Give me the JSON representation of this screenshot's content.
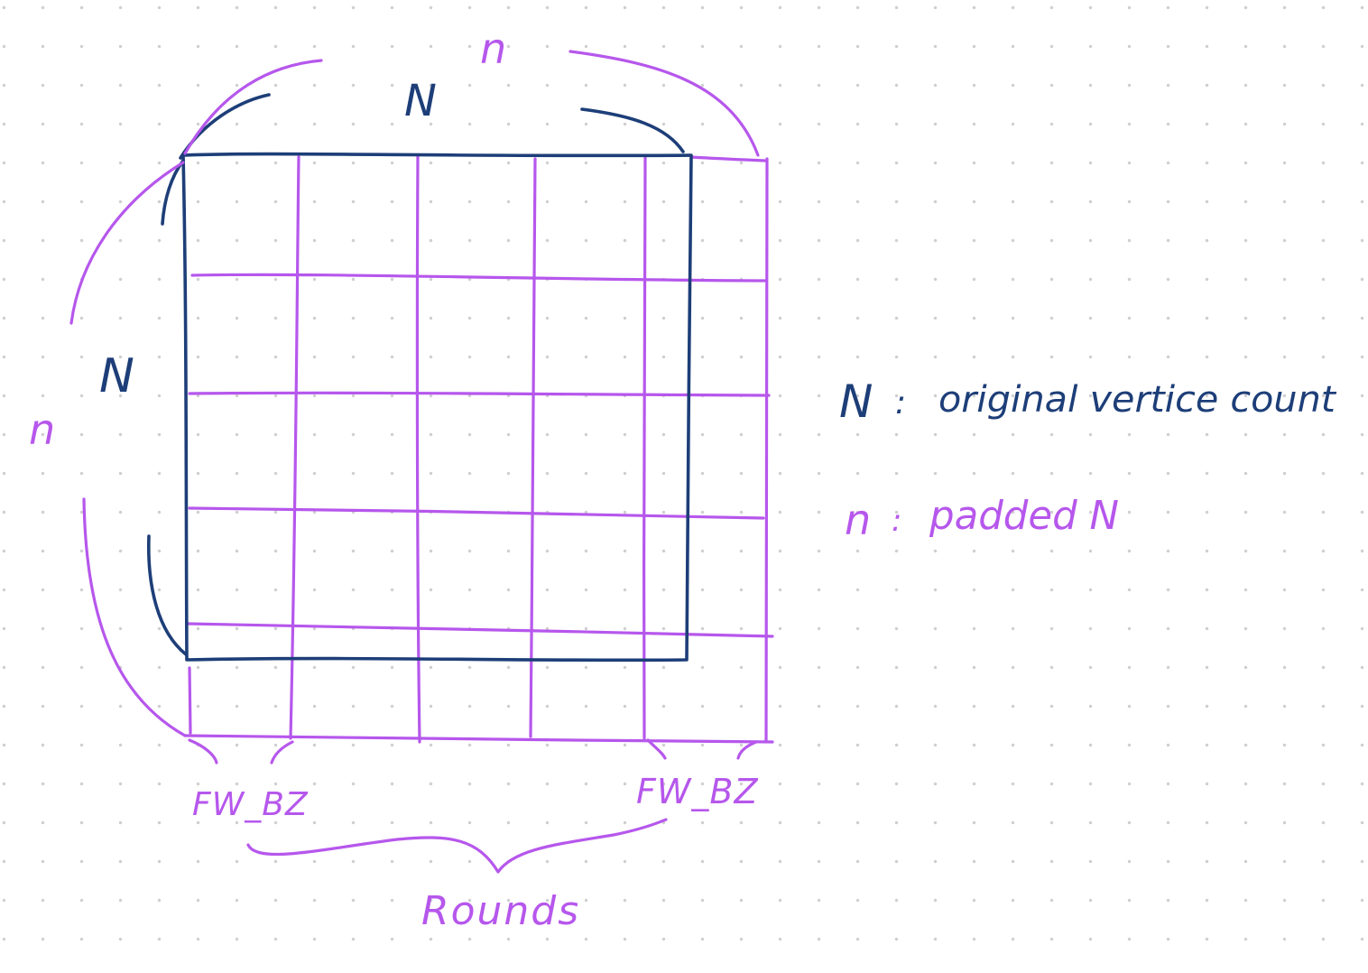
{
  "colors": {
    "original": "#1d3e78",
    "padded": "#b657ec",
    "background": "#ffffff",
    "dot_grid": "#cfcfcf"
  },
  "labels": {
    "top_outer": "n",
    "top_inner": "N",
    "left_inner": "N",
    "left_outer": "n",
    "block_left": "FW_BZ",
    "block_right": "FW_BZ",
    "rounds": "Rounds"
  },
  "legend": {
    "original": {
      "symbol": "N",
      "separator": ":",
      "text": "original vertice count"
    },
    "padded": {
      "symbol": "n",
      "separator": ":",
      "text": "padded N"
    }
  }
}
